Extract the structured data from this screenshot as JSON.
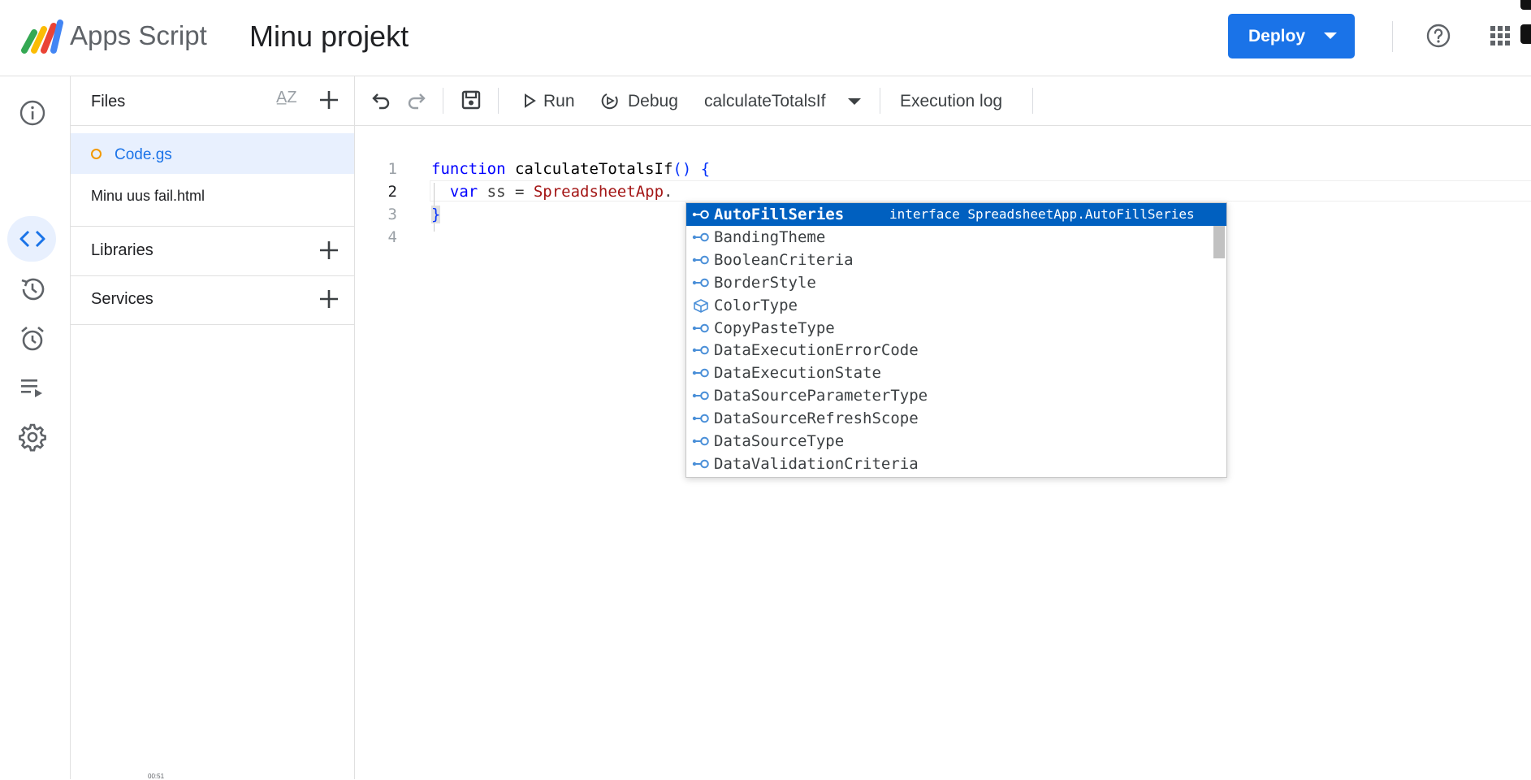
{
  "header": {
    "app_name": "Apps Script",
    "project_title": "Minu projekt",
    "deploy_label": "Deploy",
    "colors": {
      "accent": "#1a73e8"
    }
  },
  "rail": {
    "items": [
      {
        "icon": "info-icon",
        "label": "Overview"
      },
      {
        "icon": "code-icon",
        "label": "Editor",
        "active": true
      },
      {
        "icon": "history-icon",
        "label": "Project history"
      },
      {
        "icon": "alarm-icon",
        "label": "Triggers"
      },
      {
        "icon": "executions-icon",
        "label": "Executions"
      },
      {
        "icon": "gear-icon",
        "label": "Project Settings"
      }
    ]
  },
  "files_panel": {
    "files_title": "Files",
    "files": [
      {
        "name": "Code.gs",
        "active": true,
        "unsaved": true
      },
      {
        "name": "Minu uus fail.html"
      }
    ],
    "libraries_title": "Libraries",
    "services_title": "Services"
  },
  "toolbar": {
    "run_label": "Run",
    "debug_label": "Debug",
    "function_select": "calculateTotalsIf",
    "execution_log_label": "Execution log"
  },
  "editor": {
    "line_numbers": [
      "1",
      "2",
      "3",
      "4"
    ],
    "current_line": 2,
    "lines": [
      {
        "kw": "function",
        "name": " calculateTotalsIf",
        "punct": "() {"
      },
      {
        "indent": "  ",
        "kw": "var",
        "rest": " ss = ",
        "cls": "SpreadsheetApp",
        "tail": "."
      },
      {
        "brace": "}"
      },
      {}
    ]
  },
  "autocomplete": {
    "selected_detail": "interface SpreadsheetApp.AutoFillSeries",
    "items": [
      {
        "label": "AutoFillSeries",
        "icon": "enum-icon",
        "selected": true
      },
      {
        "label": "BandingTheme",
        "icon": "enum-icon"
      },
      {
        "label": "BooleanCriteria",
        "icon": "enum-icon"
      },
      {
        "label": "BorderStyle",
        "icon": "enum-icon"
      },
      {
        "label": "ColorType",
        "icon": "module-icon"
      },
      {
        "label": "CopyPasteType",
        "icon": "enum-icon"
      },
      {
        "label": "DataExecutionErrorCode",
        "icon": "enum-icon"
      },
      {
        "label": "DataExecutionState",
        "icon": "enum-icon"
      },
      {
        "label": "DataSourceParameterType",
        "icon": "enum-icon"
      },
      {
        "label": "DataSourceRefreshScope",
        "icon": "enum-icon"
      },
      {
        "label": "DataSourceType",
        "icon": "enum-icon"
      },
      {
        "label": "DataValidationCriteria",
        "icon": "enum-icon"
      }
    ]
  },
  "footer": {
    "timestamp": "00:51"
  }
}
